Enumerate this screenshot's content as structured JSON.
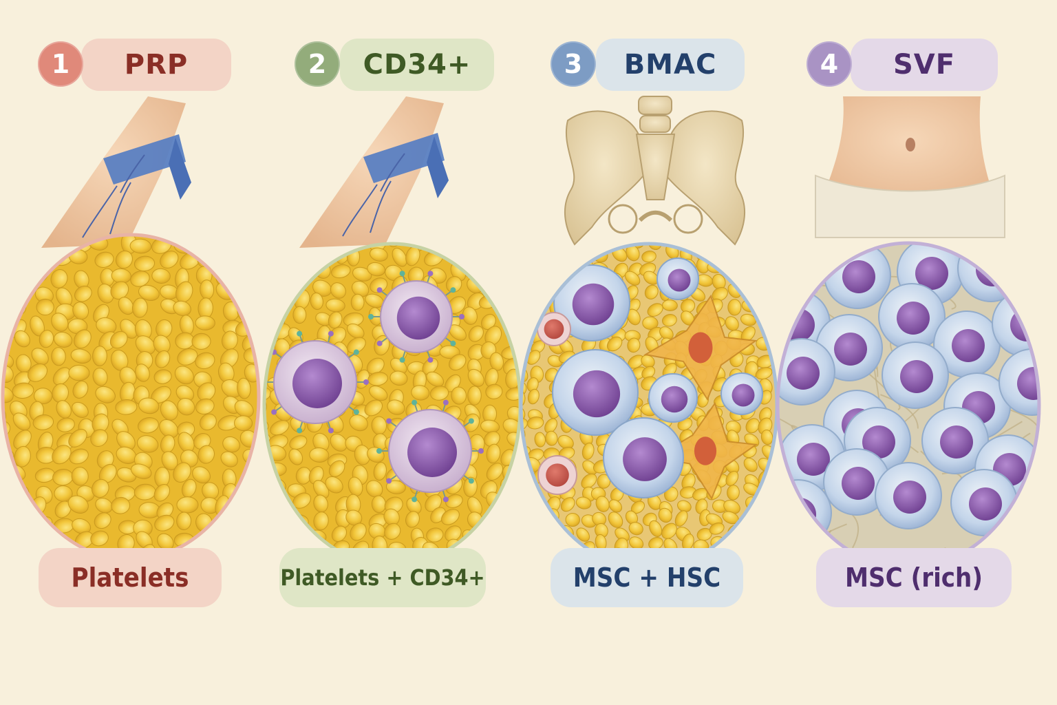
{
  "panels": [
    {
      "number": "1",
      "title": "PRP",
      "label": "Platelets",
      "source": "arm"
    },
    {
      "number": "2",
      "title": "CD34+",
      "label": "Platelets + CD34+",
      "source": "arm"
    },
    {
      "number": "3",
      "title": "BMAC",
      "label": "MSC + HSC",
      "source": "pelvis"
    },
    {
      "number": "4",
      "title": "SVF",
      "label": "MSC (rich)",
      "source": "abdomen"
    }
  ],
  "colors": {
    "background": "#f8f0dc",
    "panel1": {
      "badge": "#e0897a",
      "pill": "#f3d4c6",
      "text": "#8a2e26",
      "ring": "#e8b3a6"
    },
    "panel2": {
      "badge": "#93ac7b",
      "pill": "#dfe6c6",
      "text": "#3f5a25",
      "ring": "#c6d2a4"
    },
    "panel3": {
      "badge": "#7d9cc4",
      "pill": "#dbe4ea",
      "text": "#23406b",
      "ring": "#a9bfd6"
    },
    "panel4": {
      "badge": "#a993c4",
      "pill": "#e4d9e8",
      "text": "#4f2e6e",
      "ring": "#c2b0d6"
    },
    "platelet": "#f2c93a",
    "nucleus": "#8a5aa8",
    "mscBody": "#c9d9ea"
  }
}
